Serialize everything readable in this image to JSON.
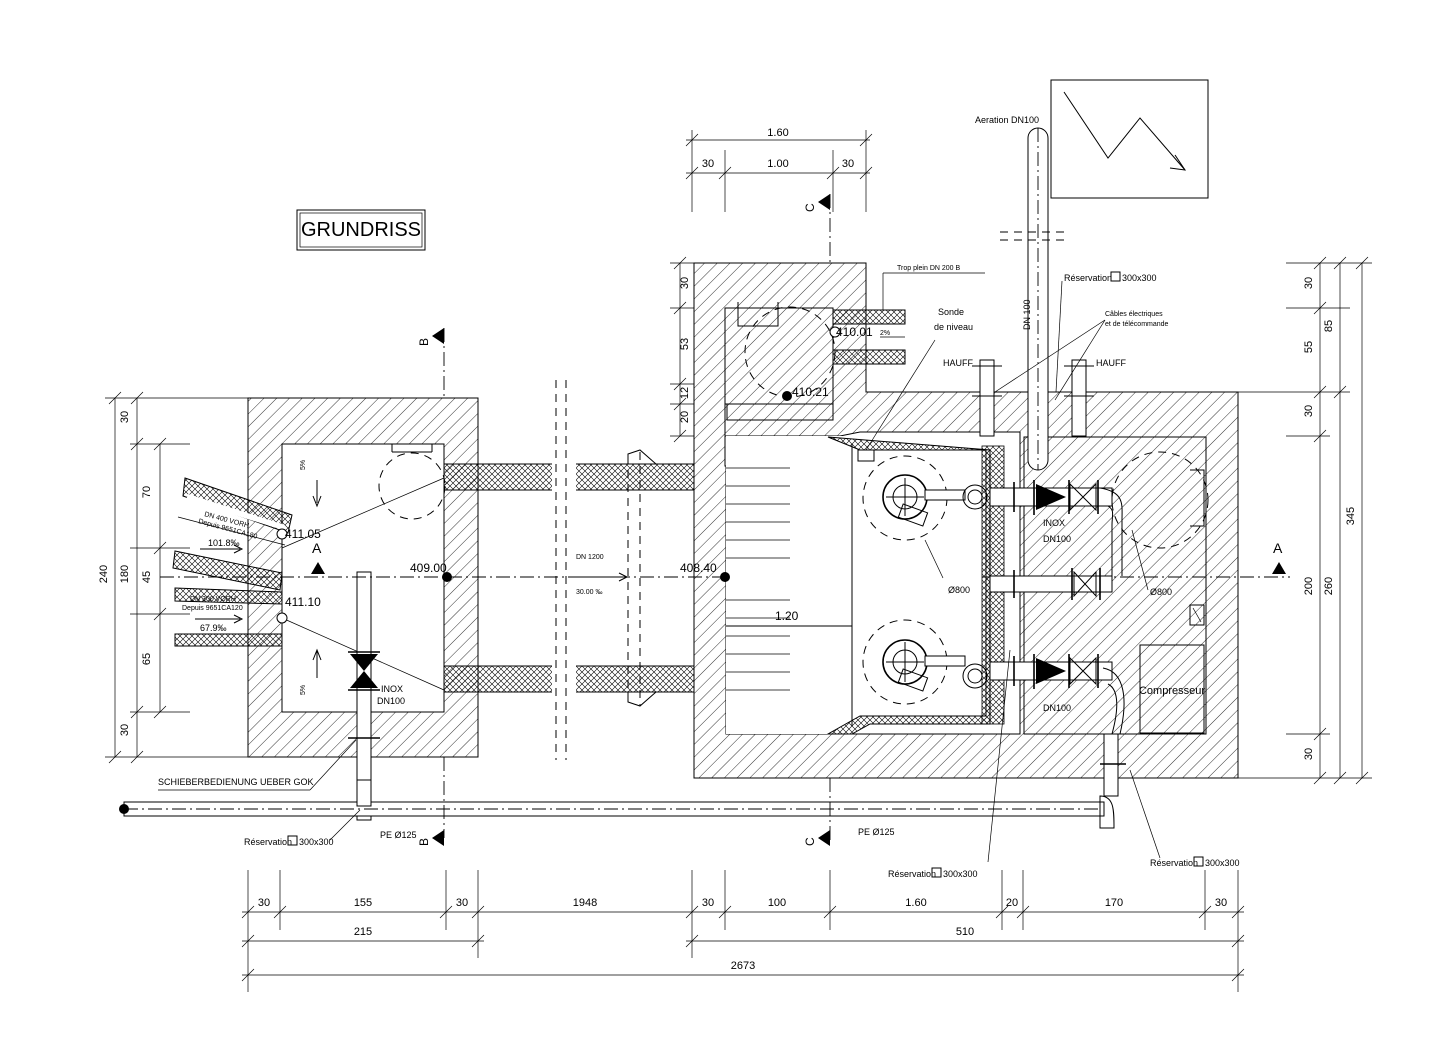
{
  "title": "GRUNDRISS",
  "sections": {
    "a": "A",
    "b": "B",
    "c": "C"
  },
  "levels": {
    "inlet_upper": "411.05",
    "inlet_lower": "411.10",
    "chamber_center": "409.00",
    "pump_inlet": "408.40",
    "overflow": "410.01",
    "step": "410.21"
  },
  "pipes": {
    "dn400_l1": "DN 400 VORH",
    "dn400_l2": "Depuis 9651CA180",
    "dn400_slope": "101.8‰",
    "dn300_l1": "DN 300 VORH",
    "dn300_l2": "Depuis 9651CA120",
    "dn300_slope": "67.9‰",
    "dn1200": "DN 1200",
    "dn1200_slope": "30.00 ‰",
    "aeration": "Aeration DN100",
    "dn100_vertical": "DN 100",
    "trop_plein": "Trop plein DN 200 B",
    "overflow_slope": "2%",
    "pe_left": "PE Ø125",
    "pe_mid": "PE Ø125"
  },
  "labels": {
    "sonde_1": "Sonde",
    "sonde_2": "de niveau",
    "hauff_left": "HAUFF",
    "hauff_right": "HAUFF",
    "cables_1": "Câbles électriques",
    "cables_2": "et de télécommande",
    "reservation_top": "Réservation",
    "reservation_left": "Réservation",
    "reservation_mid": "Réservation",
    "reservation_right": "Réservation",
    "reservation_size": "300x300",
    "schieber": "SCHIEBERBEDIENUNG UEBER GOK",
    "inox": "INOX",
    "dn100": "DN100",
    "dia800_left": "Ø800",
    "dia800_right": "Ø800",
    "compresseur": "Compresseur",
    "slope_5_top": "5%",
    "slope_5_bottom": "5%",
    "length_120": "1.20"
  },
  "dims_top": {
    "total": "1.60",
    "left": "30",
    "mid": "1.00",
    "right": "30"
  },
  "dims_left": {
    "d30a": "30",
    "d70": "70",
    "d45": "45",
    "d65": "65",
    "d30b": "30",
    "d180": "180",
    "d240": "240"
  },
  "dims_upper_left": {
    "d30": "30",
    "d53": "53",
    "d20": "20",
    "d12": "12"
  },
  "dims_right": {
    "d30a": "30",
    "d55": "55",
    "d30b": "30",
    "d200": "200",
    "d30c": "30",
    "d85": "85",
    "d260": "260",
    "d345": "345"
  },
  "dims_bottom": {
    "row1": [
      "30",
      "155",
      "30",
      "1948",
      "30",
      "100",
      "1.60",
      "20",
      "170",
      "30"
    ],
    "row2": [
      "215",
      "510"
    ],
    "row3": "2673"
  }
}
